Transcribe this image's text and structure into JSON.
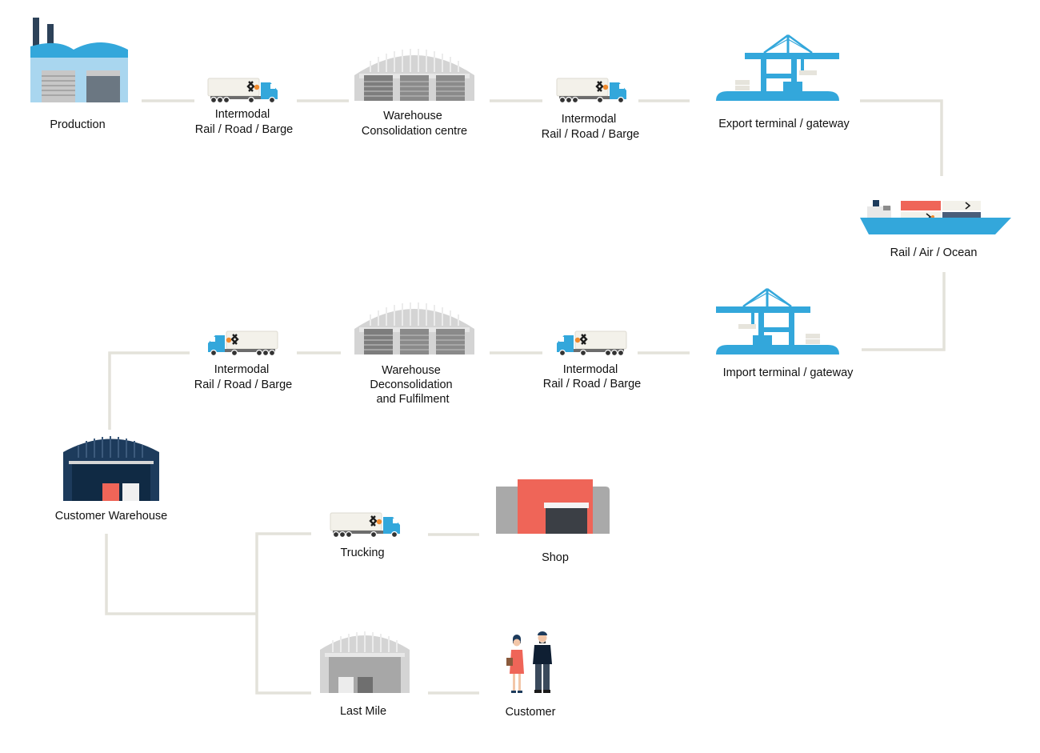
{
  "colors": {
    "connector": "#e3e2da",
    "accent_blue": "#33a7db",
    "light_blue": "#a9d6ef",
    "navy": "#1d3b5c",
    "coral": "#ef6558",
    "grey_light": "#d4d4d4",
    "grey_mid": "#a7a7a7",
    "grey_dark": "#6b6b6b",
    "truck_body": "#f3f1ea",
    "logo_orange": "#ef8a2e"
  },
  "nodes": {
    "production": {
      "icon": "factory-icon",
      "lines": [
        "Production"
      ]
    },
    "truck1": {
      "icon": "truck-icon",
      "lines": [
        "Intermodal",
        "Rail / Road / Barge"
      ]
    },
    "warehouse_consolidation": {
      "icon": "warehouse-icon",
      "lines": [
        "Warehouse",
        "Consolidation centre"
      ]
    },
    "truck2": {
      "icon": "truck-icon",
      "lines": [
        "Intermodal",
        "Rail / Road / Barge"
      ]
    },
    "export_terminal": {
      "icon": "crane-icon",
      "lines": [
        "Export terminal / gateway"
      ]
    },
    "ship": {
      "icon": "ship-icon",
      "lines": [
        "Rail / Air / Ocean"
      ]
    },
    "import_terminal": {
      "icon": "crane-icon",
      "lines": [
        "Import terminal / gateway"
      ]
    },
    "truck3": {
      "icon": "truck-icon",
      "lines": [
        "Intermodal",
        "Rail / Road / Barge"
      ]
    },
    "warehouse_deconsolidation": {
      "icon": "warehouse-icon",
      "lines": [
        "Warehouse",
        "Deconsolidation",
        "and Fulfilment"
      ]
    },
    "truck4": {
      "icon": "truck-icon",
      "lines": [
        "Intermodal",
        "Rail / Road / Barge"
      ]
    },
    "customer_warehouse": {
      "icon": "customer-warehouse-icon",
      "lines": [
        "Customer Warehouse"
      ]
    },
    "trucking": {
      "icon": "truck-icon",
      "lines": [
        "Trucking"
      ]
    },
    "shop": {
      "icon": "shop-icon",
      "lines": [
        "Shop"
      ]
    },
    "last_mile": {
      "icon": "small-warehouse-icon",
      "lines": [
        "Last Mile"
      ]
    },
    "customer": {
      "icon": "people-icon",
      "lines": [
        "Customer"
      ]
    }
  }
}
